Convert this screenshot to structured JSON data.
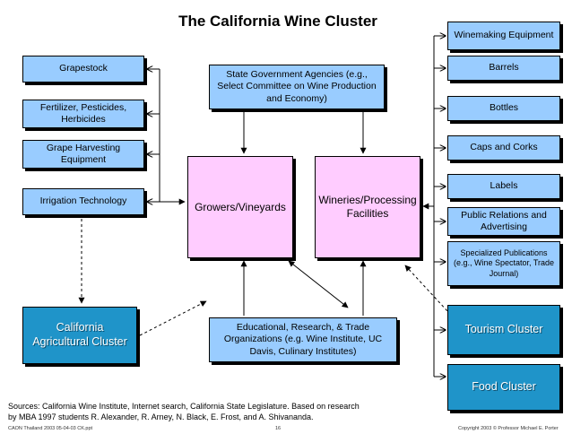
{
  "title": "The California Wine Cluster",
  "left_boxes": [
    {
      "label": "Grapestock"
    },
    {
      "label": "Fertilizer, Pesticides, Herbicides"
    },
    {
      "label": "Grape Harvesting Equipment"
    },
    {
      "label": "Irrigation Technology"
    }
  ],
  "right_boxes": [
    {
      "label": "Winemaking Equipment"
    },
    {
      "label": "Barrels"
    },
    {
      "label": "Bottles"
    },
    {
      "label": "Caps and Corks"
    },
    {
      "label": "Labels"
    },
    {
      "label": "Public Relations and Advertising"
    },
    {
      "label": "Specialized Publications (e.g., Wine Spectator, Trade Journal)"
    }
  ],
  "center": {
    "state_agencies": "State Government Agencies (e.g., Select Committee on Wine Production and Economy)",
    "growers": "Growers/Vineyards",
    "wineries": "Wineries/Processing Facilities",
    "educational": "Educational, Research, & Trade Organizations (e.g. Wine Institute, UC Davis, Culinary Institutes)"
  },
  "clusters": {
    "agricultural": "California Agricultural Cluster",
    "tourism": "Tourism Cluster",
    "food": "Food Cluster"
  },
  "footer": {
    "sources": "Sources: California Wine Institute, Internet search, California State Legislature. Based on research by MBA 1997 students R. Alexander, R. Arney, N. Black, E. Frost, and A. Shivananda.",
    "file": "CAON Thailand 2003 05-04-03 CK.ppt",
    "page": "16",
    "copyright": "Copyright 2003 © Professor Michael E. Porter"
  },
  "colors": {
    "blue_box": "#99ccff",
    "pink_box": "#ffccff",
    "teal_box": "#1f94c9"
  }
}
